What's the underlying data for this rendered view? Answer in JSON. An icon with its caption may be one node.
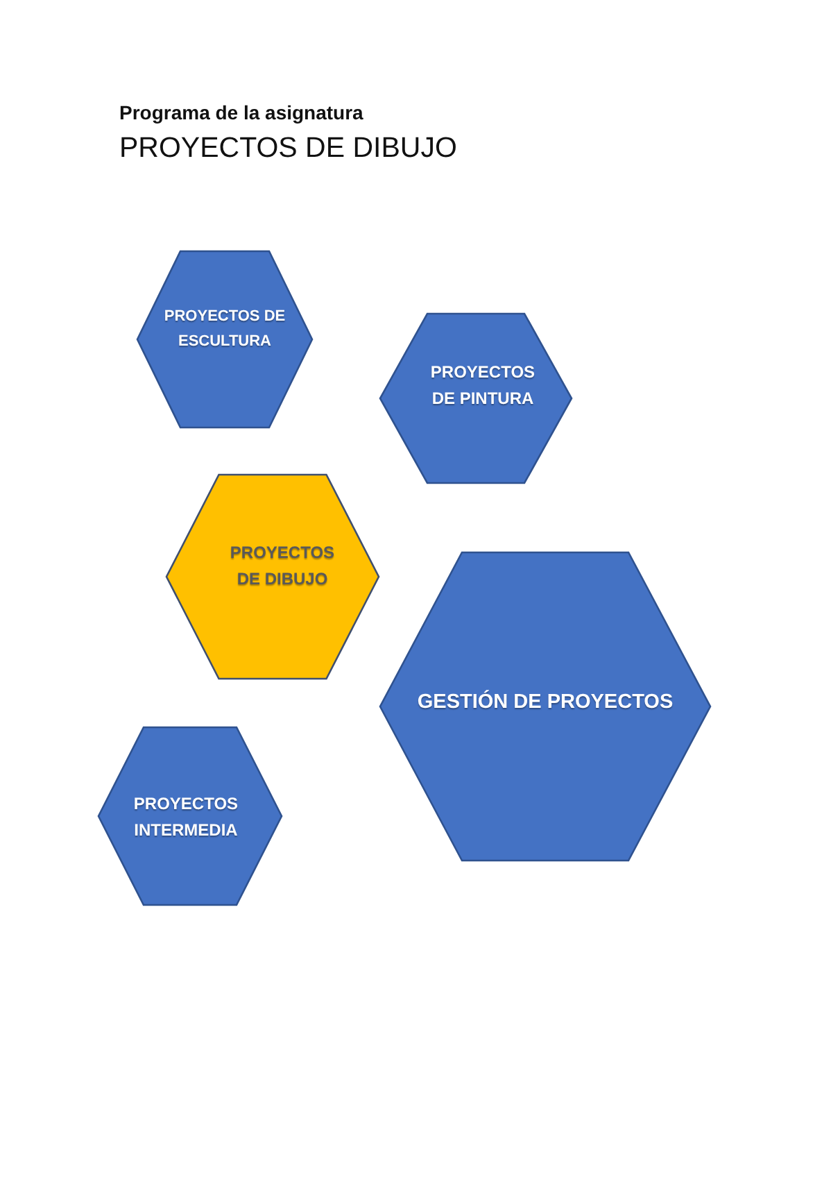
{
  "diagram": {
    "title": "PROYECTOS DE DIBUJO",
    "nodes": [
      {
        "text": [
          "PROYECTOS DE ESCULTURA"
        ]
      },
      {
        "text": [
          "PROYECTOS DE PINTURA"
        ]
      },
      {
        "text": [
          "PROYECTOS DE DIBUJO"
        ]
      },
      {
        "text": [
          "GESTIÓN DE PROYECTOS"
        ]
      },
      {
        "text": [
          "PROYECTOS INTERMEDIA"
        ]
      }
    ],
    "labels": [
      "Programa de la asignatura"
    ]
  }
}
